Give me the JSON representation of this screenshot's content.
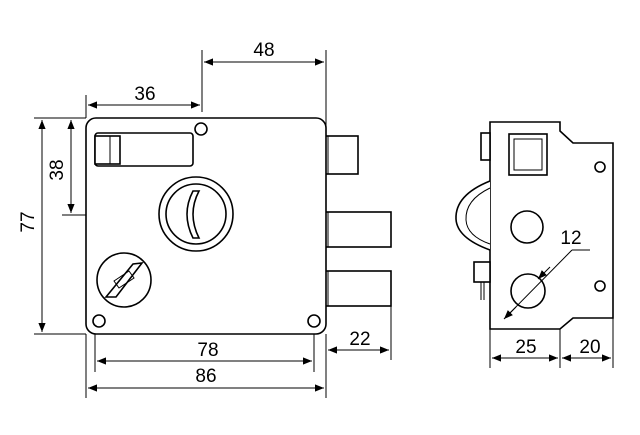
{
  "drawing": {
    "type": "lock dimension drawing",
    "units": "mm",
    "line_color": "#000000",
    "background": "#ffffff"
  },
  "dimensions": {
    "top_width": "48",
    "backset": "36",
    "height_total": "77",
    "height_upper": "38",
    "mount_width": "78",
    "body_width": "86",
    "bolt_throw": "22",
    "hole_diameter": "12",
    "side_depth": "25",
    "side_flange": "20"
  }
}
